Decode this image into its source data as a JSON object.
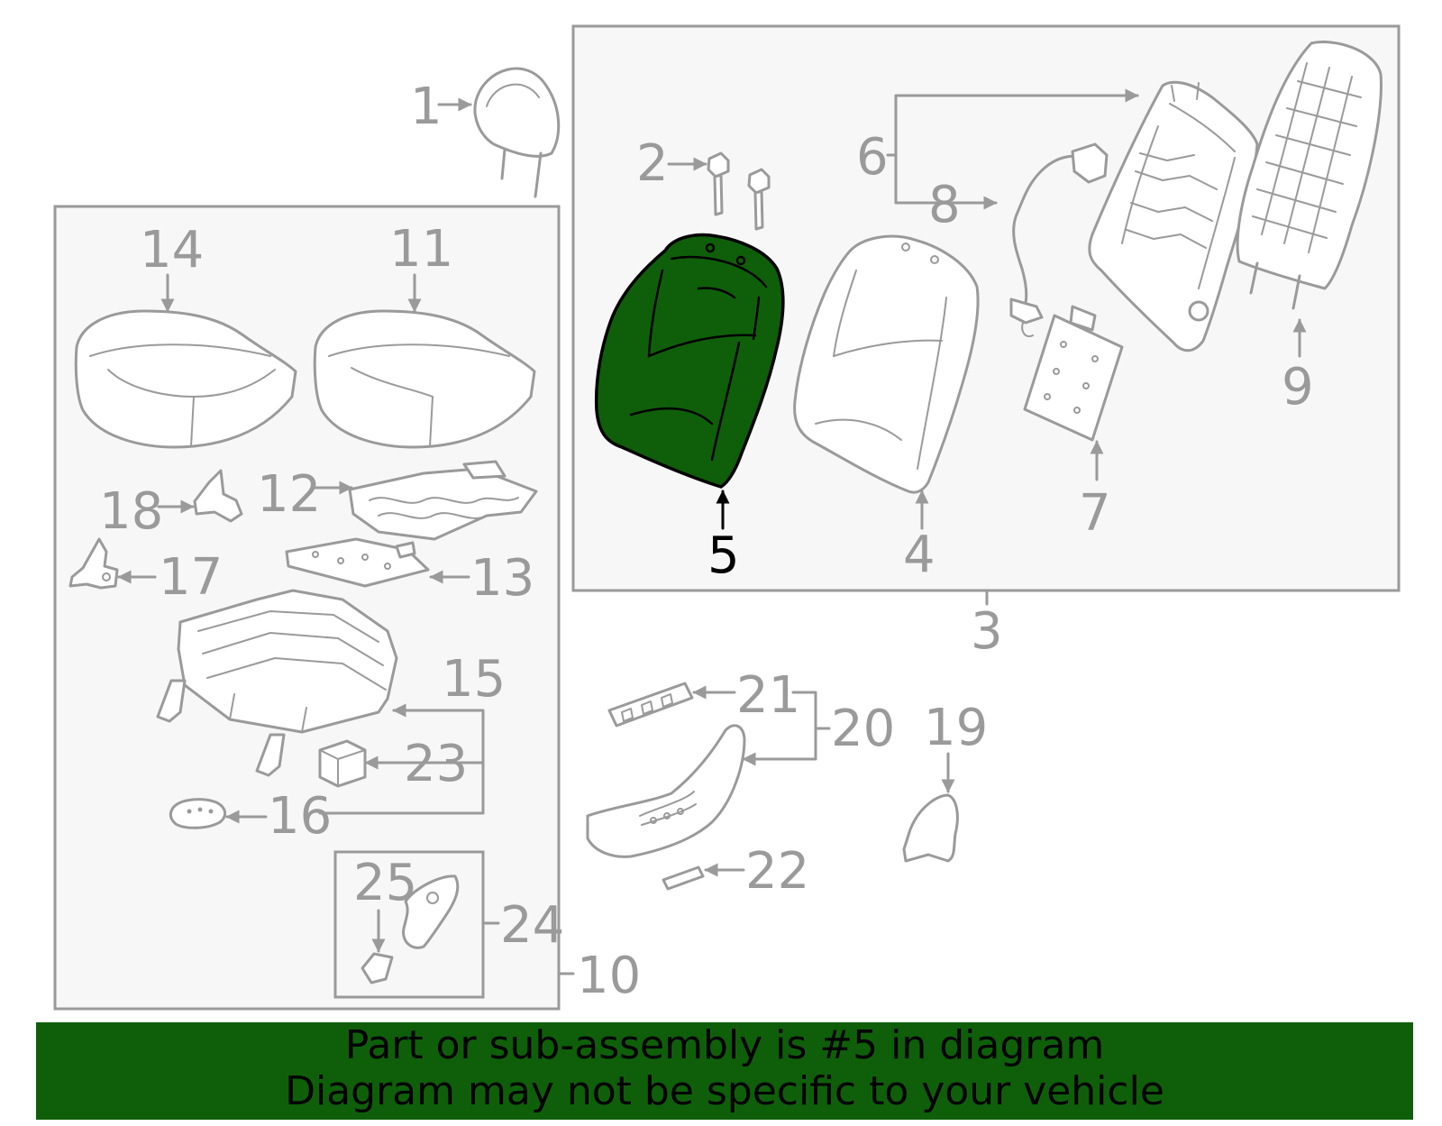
{
  "colors": {
    "highlight": "#0f5f0a",
    "line": "#9a9a9a",
    "box_fill": "#f7f7f7",
    "banner_bg": "#0f5f0a"
  },
  "highlighted_part": "5",
  "callouts": {
    "c1": "1",
    "c2": "2",
    "c3": "3",
    "c4": "4",
    "c5": "5",
    "c6": "6",
    "c7": "7",
    "c8": "8",
    "c9": "9",
    "c10": "10",
    "c11": "11",
    "c12": "12",
    "c13": "13",
    "c14": "14",
    "c15": "15",
    "c16": "16",
    "c17": "17",
    "c18": "18",
    "c19": "19",
    "c20": "20",
    "c21": "21",
    "c22": "22",
    "c23": "23",
    "c24": "24",
    "c25": "25"
  },
  "banner": {
    "line1": "Part or sub-assembly is #5 in diagram",
    "line2": "Diagram may not be specific to your vehicle"
  }
}
